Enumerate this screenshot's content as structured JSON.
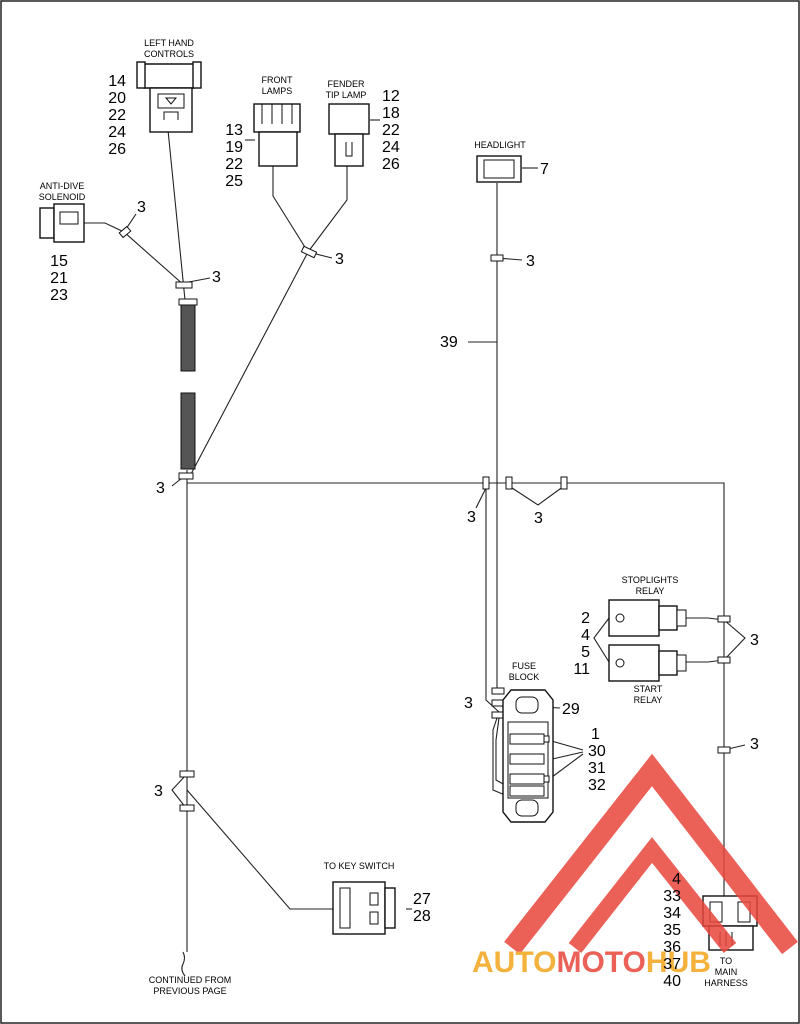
{
  "labels": {
    "left_hand_controls": [
      "LEFT HAND",
      "CONTROLS"
    ],
    "front_lamps": [
      "FRONT",
      "LAMPS"
    ],
    "fender_tip_lamp": [
      "FENDER",
      "TIP LAMP"
    ],
    "headlight": "HEADLIGHT",
    "anti_dive_solenoid": [
      "ANTI-DIVE",
      "SOLENOID"
    ],
    "stoplights_relay": [
      "STOPLIGHTS",
      "RELAY"
    ],
    "start_relay": [
      "START",
      "RELAY"
    ],
    "fuse_block": [
      "FUSE",
      "BLOCK"
    ],
    "to_key_switch": "TO KEY SWITCH",
    "continued": [
      "CONTINUED FROM",
      "PREVIOUS PAGE"
    ],
    "to_main_harness": [
      "TO",
      "MAIN",
      "HARNESS"
    ]
  },
  "callouts": {
    "left_hand_controls": [
      "14",
      "20",
      "22",
      "24",
      "26"
    ],
    "front_lamps": [
      "13",
      "19",
      "22",
      "25"
    ],
    "fender_tip_lamp": [
      "12",
      "18",
      "22",
      "24",
      "26"
    ],
    "headlight": "7",
    "anti_dive_solenoid": [
      "15",
      "21",
      "23"
    ],
    "clip": "3",
    "headlight_wire": "39",
    "fuse_block": "29",
    "fuses": [
      "1",
      "30",
      "31",
      "32"
    ],
    "relays": [
      "2",
      "4",
      "5",
      "11"
    ],
    "key_switch": [
      "27",
      "28"
    ],
    "main_harness": [
      "4",
      "33",
      "34",
      "35",
      "36",
      "37",
      "40"
    ]
  },
  "watermark": {
    "part1": "AUTO",
    "part2": "MOTO",
    "part3": "HUB",
    "colors": {
      "red": "#e8463c",
      "yellow": "#f3a51c"
    }
  }
}
